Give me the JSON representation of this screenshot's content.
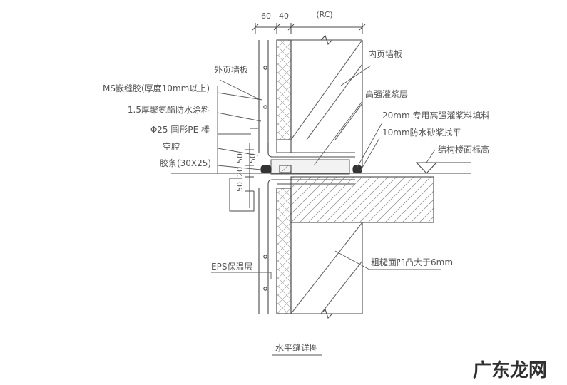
{
  "dimensions": {
    "d1": "60",
    "d2": "40",
    "d3": "(RC)"
  },
  "joint_dims": {
    "top": "50",
    "mid": "20",
    "mid2": "50",
    "bottom": "50"
  },
  "labels": {
    "outer_panel": "外页墙板",
    "inner_panel": "内页墙板",
    "ms_sealant": "MS嵌缝胶(厚度10mm以上)",
    "waterproof_coating": "1.5厚聚氨酯防水涂料",
    "pe_rod": "Φ25 圆形PE 棒",
    "cavity": "空腔",
    "strip": "胶条(30X25)",
    "grout_layer": "高强灌浆层",
    "special_grout": "20mm 专用高强灌浆料填料",
    "mortar": "10mm防水砂浆找平",
    "structural_level": "结构楼面标高",
    "eps_layer": "EPS保温层",
    "roughness": "粗糙面凹凸大于6mm"
  },
  "caption": "水平缝详图",
  "watermark": "广东龙网",
  "colors": {
    "line": "#4a4a4a",
    "text": "#555555",
    "watermark": "#2f2f2f"
  }
}
